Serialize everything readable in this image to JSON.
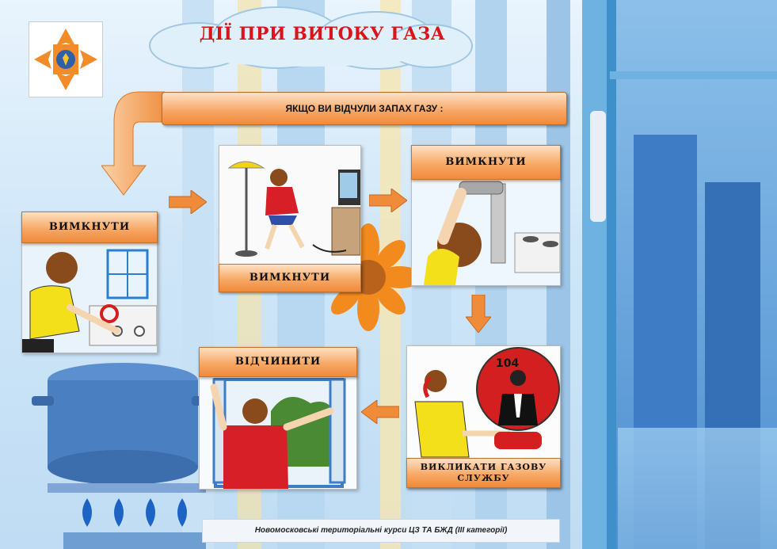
{
  "title": "ДІЇ ПРИ ВИТОКУ ГАЗА",
  "banner": "ЯКЩО ВИ ВІДЧУЛИ ЗАПАХ ГАЗУ :",
  "steps": {
    "s1": "ВИМКНУТИ",
    "s2": "ВИМКНУТИ",
    "s3": "ВИМКНУТИ",
    "s4_line1": "ВИКЛИКАТИ ГАЗОВУ",
    "s4_line2": "СЛУЖБУ",
    "s4_phone": "104",
    "s5": "ВІДЧИНИТИ"
  },
  "footer": "Новомосковські територіальні курси ЦЗ ТА БЖД (ІІІ категорії)",
  "colors": {
    "title": "#d9141b",
    "label_orange": "#f7a966",
    "arrow": "#f08b3a",
    "logo": "#f28c28"
  }
}
